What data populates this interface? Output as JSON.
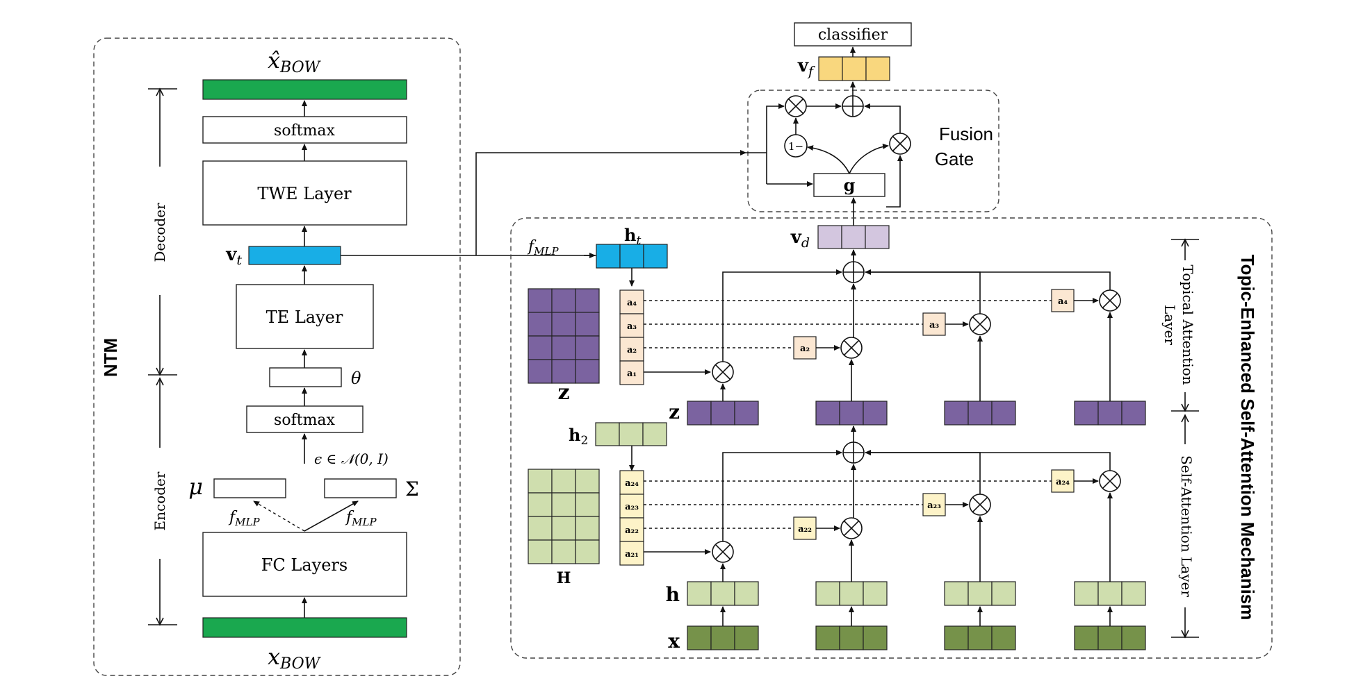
{
  "ntm": {
    "title": "NTM",
    "decoder_label": "Decoder",
    "encoder_label": "Encoder",
    "x_hat": "x̂",
    "x_hat_sub": "BOW",
    "softmax_top": "softmax",
    "twe_layer": "TWE Layer",
    "vt": "v",
    "vt_sub": "t",
    "te_layer": "TE Layer",
    "theta": "θ",
    "softmax_bottom": "softmax",
    "epsilon": "ϵ ∈ 𝒩(0, I)",
    "mu": "μ",
    "sigma": "Σ",
    "f_mlp_left": "f",
    "f_mlp_right": "f",
    "mlp_sub": "MLP",
    "fc_layers": "FC Layers",
    "x_bow": "x",
    "x_bow_sub": "BOW"
  },
  "fusion": {
    "title_line1": "Fusion",
    "title_line2": "Gate",
    "classifier": "classifier",
    "vf": "v",
    "vf_sub": "f",
    "g": "g",
    "one_minus": "1−",
    "vd": "v",
    "vd_sub": "d"
  },
  "tesa": {
    "title": "Topic-Enhanced Self-Attention Mechanism",
    "topical_layer_line1": "Topical Attention",
    "topical_layer_line2": "Layer",
    "self_layer": "Self-Attention Layer",
    "f_mlp": "f",
    "f_mlp_sub": "MLP",
    "ht": "h",
    "ht_sub": "t",
    "h2": "h",
    "h2_sub": "2",
    "Z_label": "z",
    "z_label": "z",
    "H_label": "H",
    "h_label": "h",
    "x_label": "x",
    "topic_a": [
      "a₄",
      "a₃",
      "a₂",
      "a₁"
    ],
    "topic_a_side": [
      "a₂",
      "a₃",
      "a₄"
    ],
    "self_a": [
      "a₂₄",
      "a₂₃",
      "a₂₂",
      "a₂₁"
    ],
    "self_a_side": [
      "a₂₂",
      "a₂₃",
      "a₂₄"
    ]
  },
  "colors": {
    "bow_green": "#1aa84f",
    "vt_blue": "#18aee6",
    "purple": "#7b63a0",
    "light_purple": "#d3c6df",
    "light_green": "#cfdeae",
    "dark_green": "#76924a",
    "yellow": "#f9d77e",
    "attn_peach": "#fbe7d2",
    "attn_cream": "#fdf3c8"
  }
}
